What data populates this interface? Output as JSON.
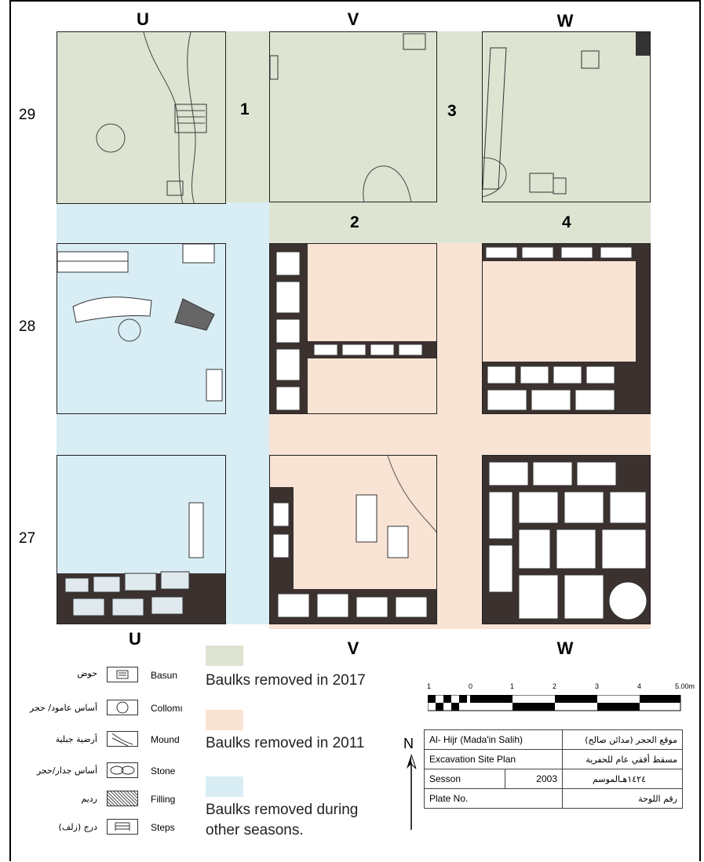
{
  "columns": [
    "U",
    "V",
    "W"
  ],
  "columns_bottom": [
    "U",
    "V",
    "W"
  ],
  "rows": [
    "29",
    "28",
    "27"
  ],
  "baulk_numbers": [
    "1",
    "2",
    "3",
    "4"
  ],
  "legend": [
    {
      "ar": "حوض",
      "en": "Basun",
      "icon": "basin-icon"
    },
    {
      "ar": "أساس عامود/ حجر",
      "en": "Collomı",
      "icon": "column-icon"
    },
    {
      "ar": "أرضية جبلية",
      "en": "Mound",
      "icon": "mound-icon"
    },
    {
      "ar": "أساس جدار/حجر",
      "en": "Stone",
      "icon": "stone-icon"
    },
    {
      "ar": "رديم",
      "en": "Filling",
      "icon": "filling-icon"
    },
    {
      "ar": "درج (زلف)",
      "en": "Steps",
      "icon": "steps-icon"
    }
  ],
  "key": [
    {
      "label": "Baulks removed in 2017",
      "color": "#dde4d2"
    },
    {
      "label": "Baulks removed in 2011",
      "color": "#f9e3d4"
    },
    {
      "label": "Baulks removed during other seasons.",
      "color": "#d9edf5"
    }
  ],
  "scale": {
    "labels": [
      "1",
      "0",
      "1",
      "2",
      "3",
      "4",
      "5.00m"
    ]
  },
  "north": "N",
  "info_table": {
    "rows": [
      {
        "en": "Al- Hijr (Mada'in Salih)",
        "en2": "",
        "ar": "موقع الحجر (مدائن صالح)"
      },
      {
        "en": "Excavation Site Plan",
        "en2": "",
        "ar": "مسقط أفقي عام للحفرية"
      },
      {
        "en": "Sesson",
        "en2": "2003",
        "ar_val": "١٤٢٤هـ",
        "ar": "الموسم"
      },
      {
        "en": "Plate No.",
        "en2": "",
        "ar": "رقم اللوحة"
      }
    ]
  }
}
